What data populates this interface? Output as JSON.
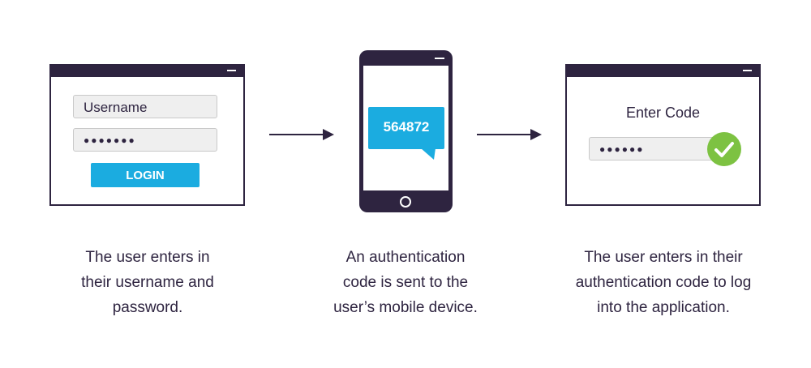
{
  "step1": {
    "username_label": "Username",
    "password_mask": "●●●●●●●",
    "login_label": "LOGIN",
    "caption": [
      "The user enters in",
      "their username and",
      "password."
    ]
  },
  "step2": {
    "sms_code": "564872",
    "caption": [
      "An authentication",
      "code is sent to the",
      "user’s mobile device."
    ]
  },
  "step3": {
    "enter_code_label": "Enter Code",
    "code_mask": "●●●●●●",
    "caption": [
      "The user enters in their",
      "authentication code to log",
      "into the application."
    ]
  },
  "colors": {
    "dark": "#2e2440",
    "accent_blue": "#1bace0",
    "success_green": "#7dc242"
  },
  "icons": [
    "window-minimize-icon",
    "arrow-right-icon",
    "smartphone-icon",
    "chat-bubble-icon",
    "checkmark-icon"
  ]
}
